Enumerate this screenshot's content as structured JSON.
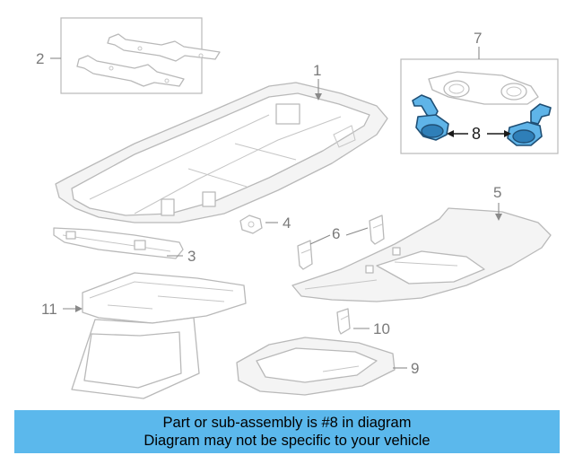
{
  "callouts": {
    "c1": "1",
    "c2": "2",
    "c3": "3",
    "c4": "4",
    "c5": "5",
    "c6": "6",
    "c7": "7",
    "c8": "8",
    "c9": "9",
    "c10": "10",
    "c11": "11"
  },
  "highlight": {
    "part_number": "8",
    "color": "#5fb4e8",
    "outline": "#1f4f75"
  },
  "banner": {
    "line1": "Part or sub-assembly is #8 in diagram",
    "line2": "Diagram may not be specific to your vehicle",
    "background": "#5bb8ec"
  }
}
